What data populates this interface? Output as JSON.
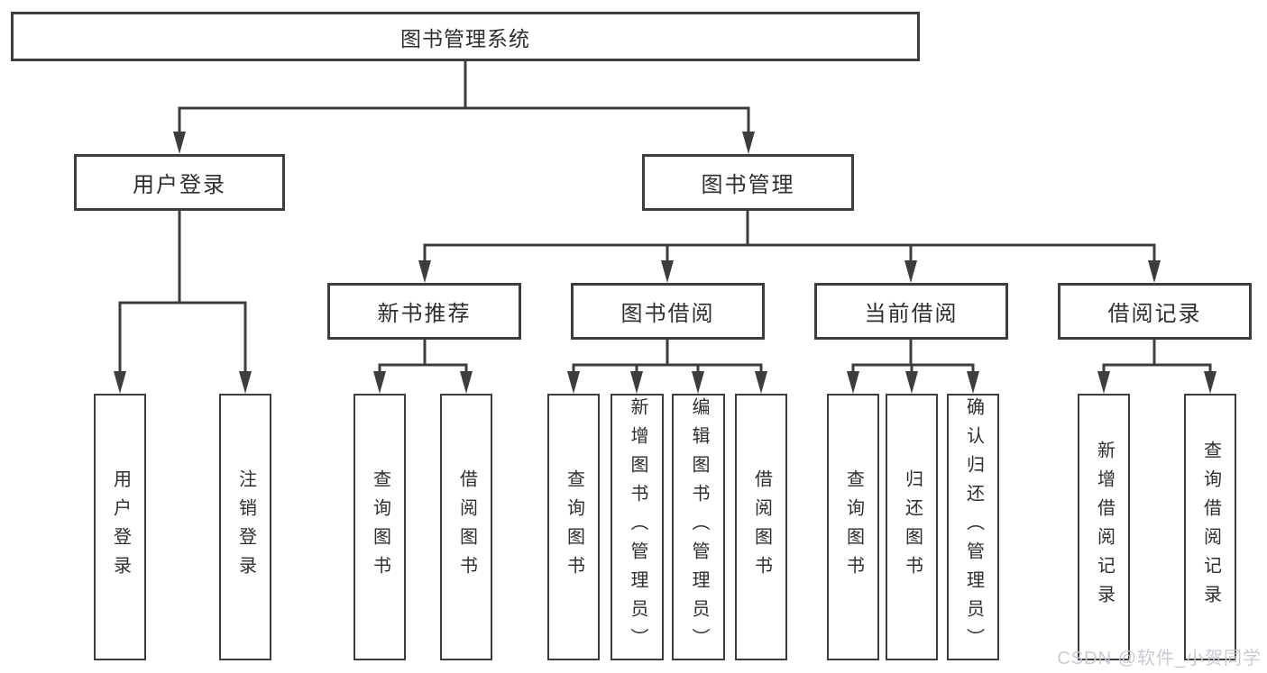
{
  "tree": {
    "label": "图书管理系统",
    "children": [
      {
        "label": "用户登录",
        "children": [
          {
            "label": "用户登录"
          },
          {
            "label": "注销登录"
          }
        ]
      },
      {
        "label": "图书管理",
        "children": [
          {
            "label": "新书推荐",
            "children": [
              {
                "label": "查询图书"
              },
              {
                "label": "借阅图书"
              }
            ]
          },
          {
            "label": "图书借阅",
            "children": [
              {
                "label": "查询图书"
              },
              {
                "label": "新增图书（管理员）"
              },
              {
                "label": "编辑图书（管理员）"
              },
              {
                "label": "借阅图书"
              }
            ]
          },
          {
            "label": "当前借阅",
            "children": [
              {
                "label": "查询图书"
              },
              {
                "label": "归还图书"
              },
              {
                "label": "确认归还（管理员）"
              }
            ]
          },
          {
            "label": "借阅记录",
            "children": [
              {
                "label": "新增借阅记录"
              },
              {
                "label": "查询借阅记录"
              }
            ]
          }
        ]
      }
    ]
  },
  "watermark": {
    "text": "CSDN @软件_小贺同学"
  },
  "colors": {
    "line": "#3d3d3d",
    "text": "#2e2e2e",
    "box_fill": "#ffffff",
    "background": "#ffffff",
    "watermark": "#c3c7cd"
  }
}
